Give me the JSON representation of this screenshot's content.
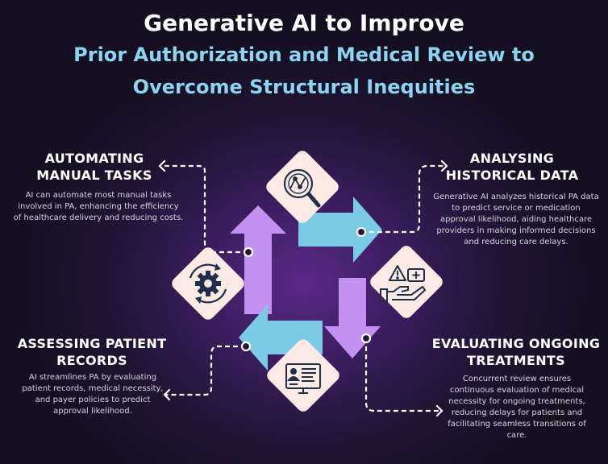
{
  "title": {
    "line1": "Generative AI to Improve",
    "line2": "Prior Authorization and Medical Review to",
    "line3": "Overcome Structural Inequities"
  },
  "sections": {
    "automating": {
      "heading_line1": "AUTOMATING",
      "heading_line2": "MANUAL TASKS",
      "body": "AI can automate most manual tasks involved in PA, enhancing the efficiency of healthcare delivery and reducing costs."
    },
    "analysing": {
      "heading_line1": "ANALYSING",
      "heading_line2": "HISTORICAL DATA",
      "body": "Generative AI analyzes historical PA data to predict service or medication approval likelihood, aiding healthcare providers in making informed decisions and reducing care delays."
    },
    "assessing": {
      "heading_line1": "ASSESSING PATIENT",
      "heading_line2": "RECORDS",
      "body": "AI streamlines PA by evaluating patient records, medical necessity, and payer policies to predict approval likelihood."
    },
    "evaluating": {
      "heading_line1": "EVALUATING ONGOING",
      "heading_line2": "TREATMENTS",
      "body": "Concurrent review ensures continuous evaluation of medical necessity for ongoing treatments, reducing delays for patients and facilitating seamless transitions of care."
    }
  },
  "icons": {
    "top": "magnifier-chart-icon",
    "left": "gear-cycle-icon",
    "right": "hand-medical-icon",
    "bottom": "patient-record-icon"
  },
  "colors": {
    "title_white": "#ffffff",
    "title_blue": "#8ed3f0",
    "arrow_blue": "#7ccbe6",
    "arrow_purple": "#c490f2",
    "diamond": "#fbe9e4",
    "icon_navy": "#1f2f4a"
  }
}
